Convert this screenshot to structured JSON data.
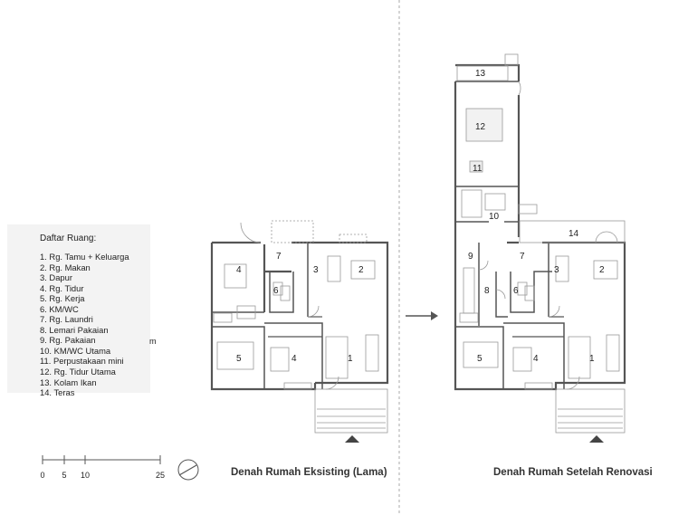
{
  "legend": {
    "title": "Daftar Ruang:",
    "items": [
      "1. Rg. Tamu + Keluarga",
      "2. Rg. Makan",
      "3. Dapur",
      "4. Rg. Tidur",
      "5. Rg. Kerja",
      "6. KM/WC",
      "7. Rg. Laundri",
      "8. Lemari Pakaian",
      "9. Rg. Pakaian",
      "10. KM/WC Utama",
      "11. Perpustakaan mini",
      "12. Rg. Tidur Utama",
      "13. Kolam Ikan",
      "14. Teras"
    ]
  },
  "scale": {
    "ticks": [
      "0",
      "5",
      "10",
      "25"
    ],
    "unit": "m"
  },
  "captions": {
    "left": "Denah Rumah Eksisting (Lama)",
    "right": "Denah Rumah Setelah Renovasi"
  },
  "plan_left": {
    "rooms": [
      "4",
      "7",
      "3",
      "2",
      "6",
      "5",
      "4",
      "1"
    ]
  },
  "plan_right": {
    "rooms": [
      "13",
      "12",
      "11",
      "10",
      "14",
      "9",
      "7",
      "3",
      "2",
      "8",
      "6",
      "5",
      "4",
      "1"
    ]
  }
}
